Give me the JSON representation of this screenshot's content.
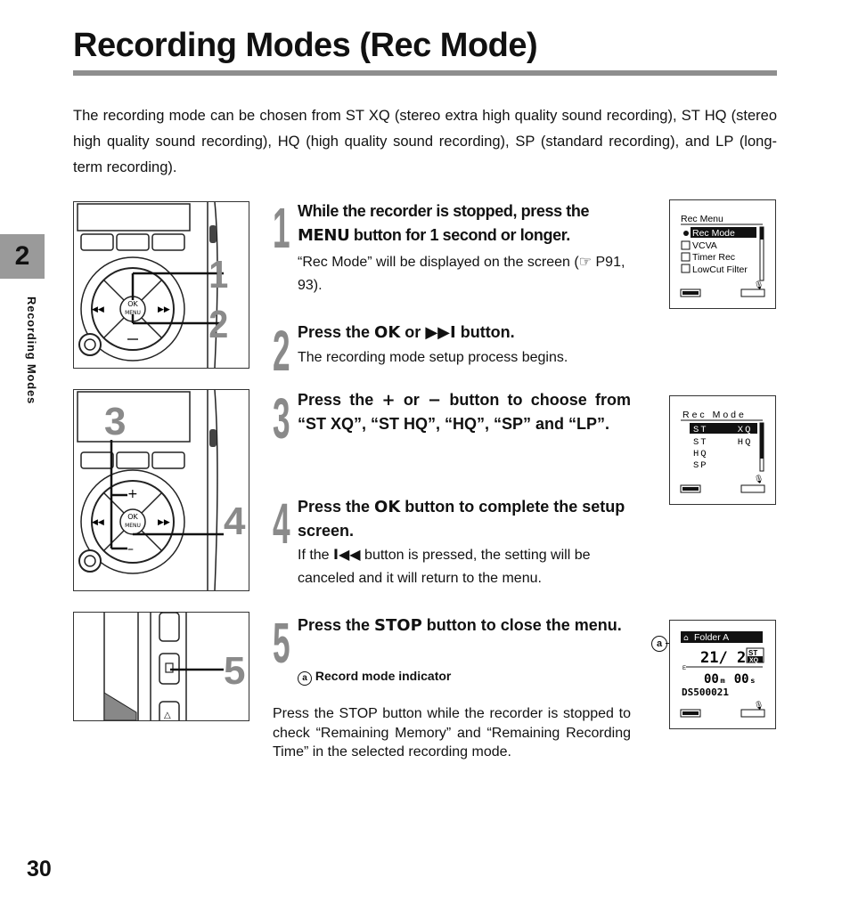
{
  "title": "Recording Modes (Rec Mode)",
  "intro": "The recording mode can be chosen from ST XQ (stereo extra high quality sound recording), ST HQ (stereo high quality sound recording),  HQ (high quality sound recording), SP (standard recording), and LP (long-term recording).",
  "sidebar": {
    "chapter": "2",
    "label": "Recording Modes"
  },
  "page_number": "30",
  "figures": {
    "fig1_callouts": [
      "1",
      "2"
    ],
    "fig2_callouts": [
      "3",
      "4"
    ],
    "fig3_callouts": [
      "5"
    ],
    "ok_label": "OK",
    "menu_label": "MENU"
  },
  "screens": {
    "rec_menu": {
      "title": "Rec Menu",
      "items": [
        "Rec Mode",
        "VCVA",
        "Timer Rec",
        "LowCut Filter"
      ]
    },
    "rec_mode": {
      "title": "Rec  Mode",
      "options": [
        "ST    XQ",
        "ST    HQ",
        "HQ",
        "SP"
      ]
    },
    "folder": {
      "callout": "a",
      "folder": "Folder A",
      "files": "21/ 21",
      "mode_top": "ST",
      "mode_bottom": "XQ",
      "time": "00ₘ 00ₛ",
      "file_name": "DS500021"
    }
  },
  "steps": [
    {
      "num": "1",
      "head_pre": "While the recorder is stopped, press the ",
      "control": "MENU",
      "head_post": " button for 1 second or longer.",
      "body": "“Rec Mode” will be displayed on the screen (☞ P91, 93)."
    },
    {
      "num": "2",
      "head_pre": "Press the ",
      "control": "OK",
      "head_mid": " or ",
      "control2": "▶▶I",
      "head_post": " button.",
      "body": "The recording mode setup process begins."
    },
    {
      "num": "3",
      "head_pre": "Press the ",
      "control": "+",
      "head_mid": " or ",
      "control2": "−",
      "head_post": " button to choose from “ST XQ”, “ST HQ”, “HQ”, “SP” and “LP”."
    },
    {
      "num": "4",
      "head_pre": "Press the ",
      "control": "OK",
      "head_post": " button to complete the setup screen.",
      "body_pre": "If the ",
      "body_control": "I◀◀",
      "body_post": " button is pressed, the setting will be canceled and it will return to the menu."
    },
    {
      "num": "5",
      "head_pre": "Press the ",
      "control": "STOP",
      "head_post": " button to close the menu.",
      "note_marker": "a",
      "note": "Record mode indicator",
      "body": "Press the STOP button while the recorder is stopped to check “Remaining Memory” and “Remaining Recording Time” in the selected recording mode."
    }
  ]
}
